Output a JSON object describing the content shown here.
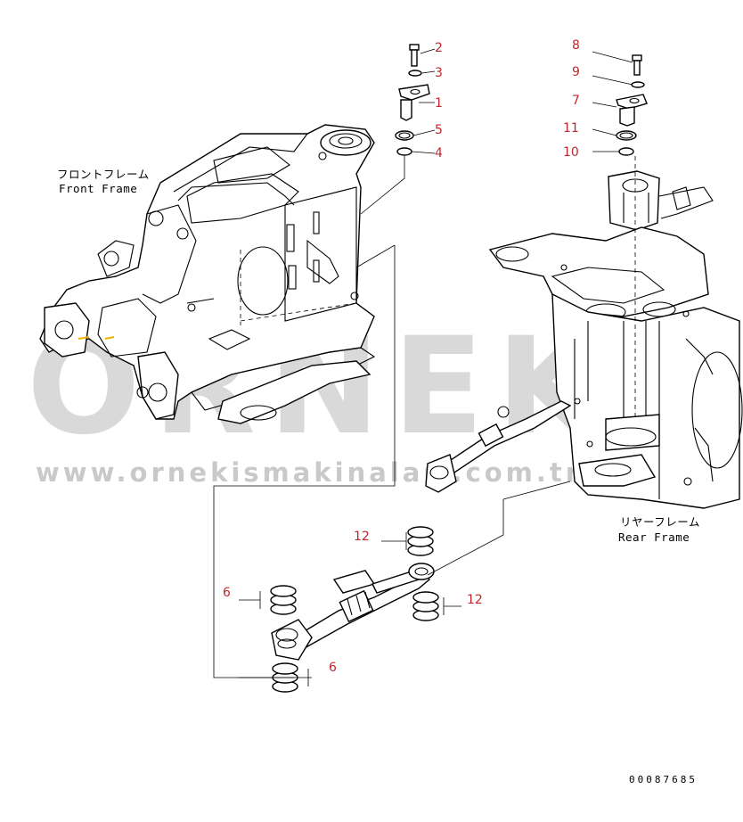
{
  "watermark": {
    "brand": "ORNEK",
    "url": "www.ornekismakinalari.com.tr"
  },
  "frames": {
    "front_jp": "フロントフレーム",
    "front_en": "Front Frame",
    "rear_jp": "リヤーフレーム",
    "rear_en": "Rear Frame"
  },
  "callouts": {
    "c1": "1",
    "c2": "2",
    "c3": "3",
    "c4": "4",
    "c5": "5",
    "c6a": "6",
    "c6b": "6",
    "c7": "7",
    "c8": "8",
    "c9": "9",
    "c10": "10",
    "c11": "11",
    "c12a": "12",
    "c12b": "12"
  },
  "drawing_number": "00087685",
  "colors": {
    "callout": "#c0272d",
    "watermark": "#d9d9d9",
    "line": "#000000",
    "accent": "#f0b400"
  }
}
